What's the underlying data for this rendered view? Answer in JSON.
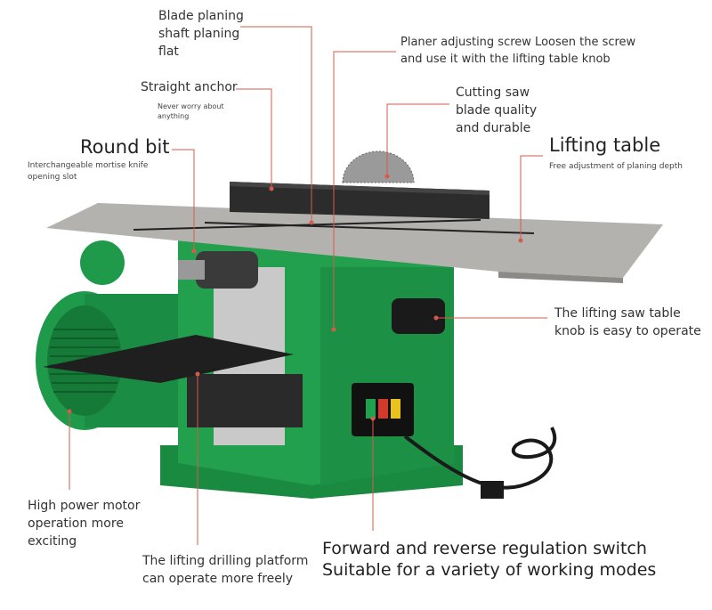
{
  "labels": {
    "blade_planing": [
      "Blade planing",
      "shaft planing",
      "flat"
    ],
    "planer_screw": [
      "Planer adjusting screw Loosen the screw",
      "and use it with the lifting table knob"
    ],
    "straight_anchor_title": "Straight anchor",
    "straight_anchor_sub": [
      "Never worry about",
      "anything"
    ],
    "cutting_saw": [
      "Cutting saw",
      "blade quality",
      "and durable"
    ],
    "round_bit_title": "Round bit",
    "round_bit_sub": [
      "Interchangeable mortise knife",
      "opening slot"
    ],
    "lifting_table_title": "Lifting table",
    "lifting_table_sub": "Free adjustment of planing depth",
    "saw_knob": [
      "The lifting saw table",
      "knob is easy to operate"
    ],
    "motor": [
      "High power motor",
      "operation more",
      "exciting"
    ],
    "drill_platform": [
      "The lifting drilling platform",
      "can operate more freely"
    ],
    "switch": [
      "Forward and reverse regulation switch",
      "Suitable for a variety of working modes"
    ]
  },
  "colors": {
    "machine_green": "#1f9a4a",
    "machine_green_dark": "#157a38",
    "table_gray": "#a9a7a3",
    "callout_red": "#d65a4a"
  }
}
